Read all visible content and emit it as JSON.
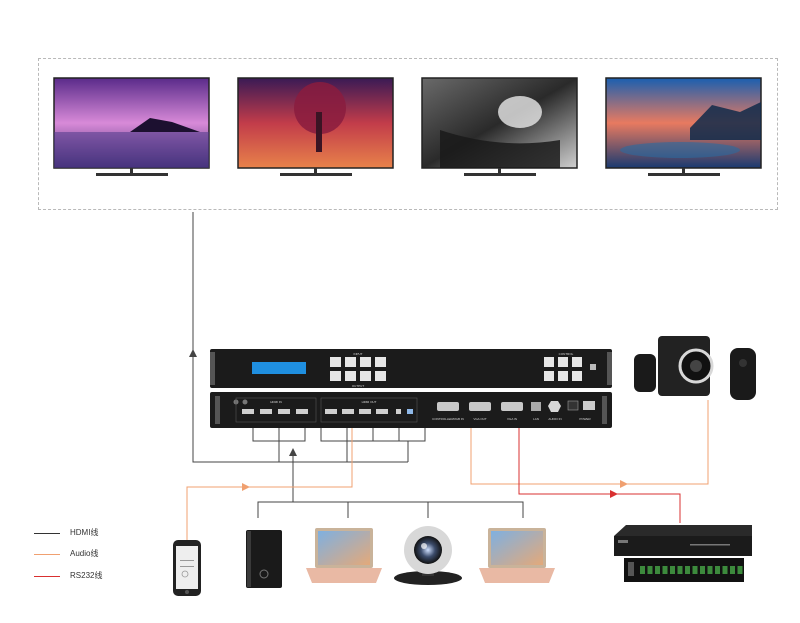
{
  "processor": {
    "input_label": "INPUT",
    "output_label": "OUTPUT",
    "control_label": "CONTROL",
    "rear_hdmi_in_label": "HDMI IN",
    "rear_hdmi_out_label": "HDMI OUT",
    "rear_port_labels": [
      "CONTROLLER/RGB IN",
      "VGA OUT",
      "VGA IN",
      "LAN",
      "AUDIO IN",
      "POWER"
    ]
  },
  "legend": [
    {
      "label": "HDMI线",
      "color": "#333333"
    },
    {
      "label": "Audio线",
      "color": "#f0a070"
    },
    {
      "label": "RS232线",
      "color": "#d93030"
    }
  ],
  "colors": {
    "hdmi_line": "#333333",
    "audio_line": "#f0a070",
    "rs232_line": "#d93030",
    "device_body": "#1b1b1b",
    "lcd": "#1f8fe0"
  },
  "icons": [
    "tv-icon",
    "video-processor-icon",
    "speakers-icon",
    "smartphone-icon",
    "desktop-pc-icon",
    "laptop-icon",
    "webcam-icon",
    "audio-matrix-icon"
  ]
}
